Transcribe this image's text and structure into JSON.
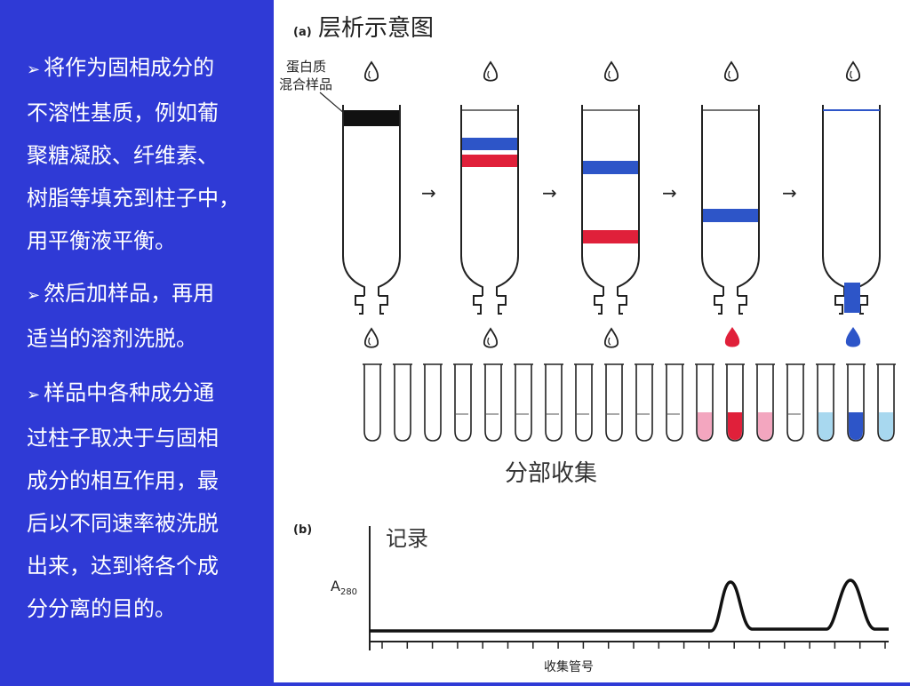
{
  "bullets": [
    {
      "marker": "➢",
      "text": "将作为固相成分的不溶性基质，例如葡聚糖凝胶、纤维素、树脂等填充到柱子中，用平衡液平衡。",
      "lines": [
        "将作为固相成分的",
        "不溶性基质，例如葡",
        "聚糖凝胶、纤维素、",
        "树脂等填充到柱子中，",
        "用平衡液平衡。"
      ]
    },
    {
      "marker": "➢",
      "text": "然后加样品，再用适当的溶剂洗脱。",
      "lines": [
        "然后加样品，再用",
        "适当的溶剂洗脱。"
      ]
    },
    {
      "marker": "➢",
      "text": "样品中各种成分通过柱子取决于与固相成分的相互作用，最后以不同速率被洗脱出来，达到将各个成分分离的目的。",
      "lines": [
        "样品中各种成分通",
        "过柱子取决于与固相",
        "成分的相互作用，最",
        "后以不同速率被洗脱",
        "出来，达到将各个成",
        "分分离的目的。"
      ]
    }
  ],
  "diagram_a": {
    "label": "(a)",
    "title": "层析示意图",
    "sample_label": [
      "蛋白质",
      "混合样品"
    ],
    "arrow": "→",
    "fraction_label": "分部收集"
  },
  "diagram_b": {
    "label": "(b)",
    "title": "记录",
    "ylabel_main": "A",
    "ylabel_sub": "280",
    "xlabel": "收集管号"
  },
  "colors": {
    "blue_band": "#2d55c8",
    "red_band": "#e0203a",
    "black_band": "#111111",
    "pink_fill": "#f3a6bf",
    "lightblue_fill": "#a8d8ef"
  }
}
